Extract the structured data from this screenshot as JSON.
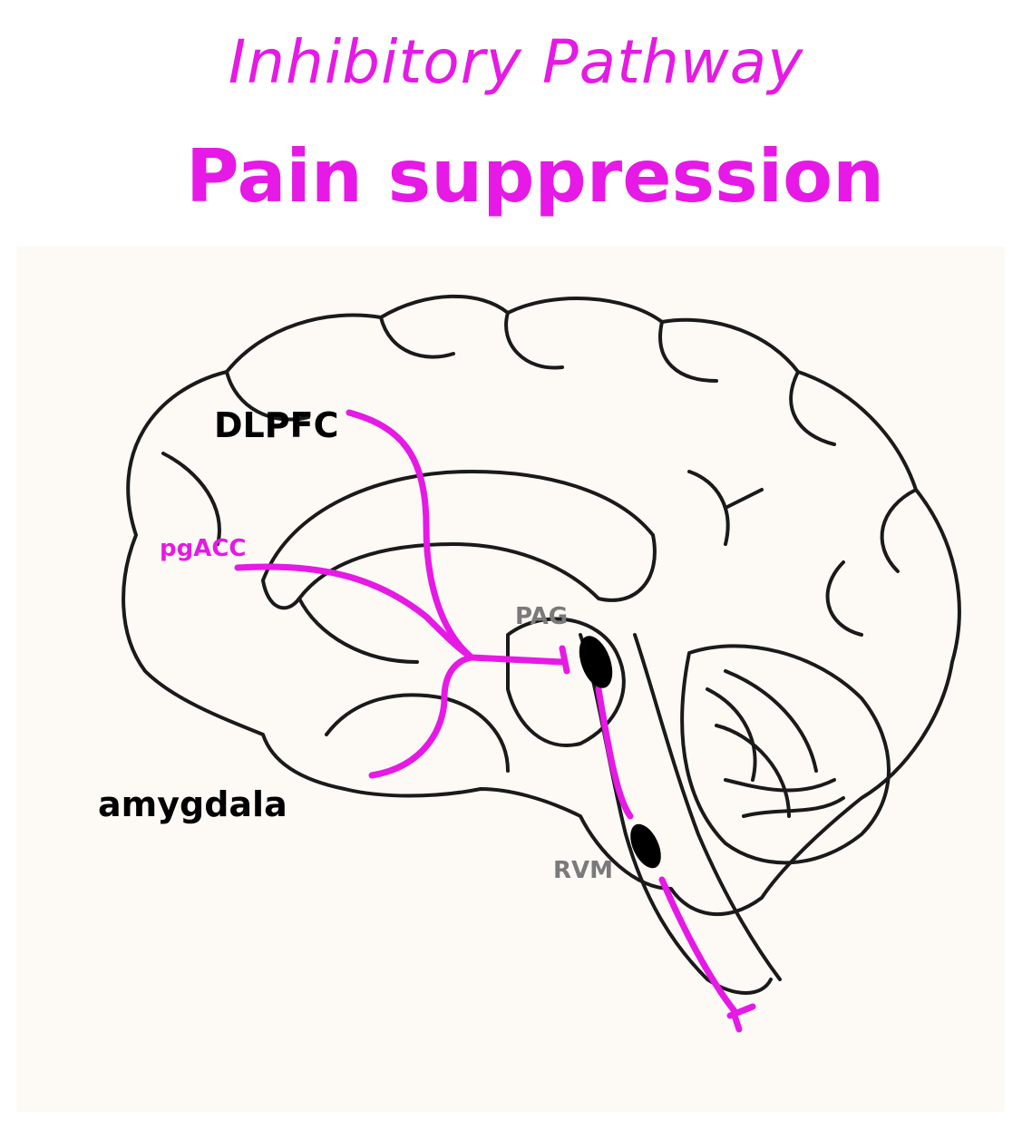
{
  "header": {
    "title": "Inhibitory Pathway",
    "subtitle": "Pain suppression"
  },
  "labels": {
    "dlpfc": "DLPFC",
    "pgacc": "pgACC",
    "pag": "PAG",
    "amygdala": "amygdala",
    "rvm": "RVM"
  },
  "colors": {
    "pathway": "#e619e6",
    "outline": "#1a1a1a",
    "small_label": "#7a7a7a",
    "background": "#fdfaf6"
  }
}
